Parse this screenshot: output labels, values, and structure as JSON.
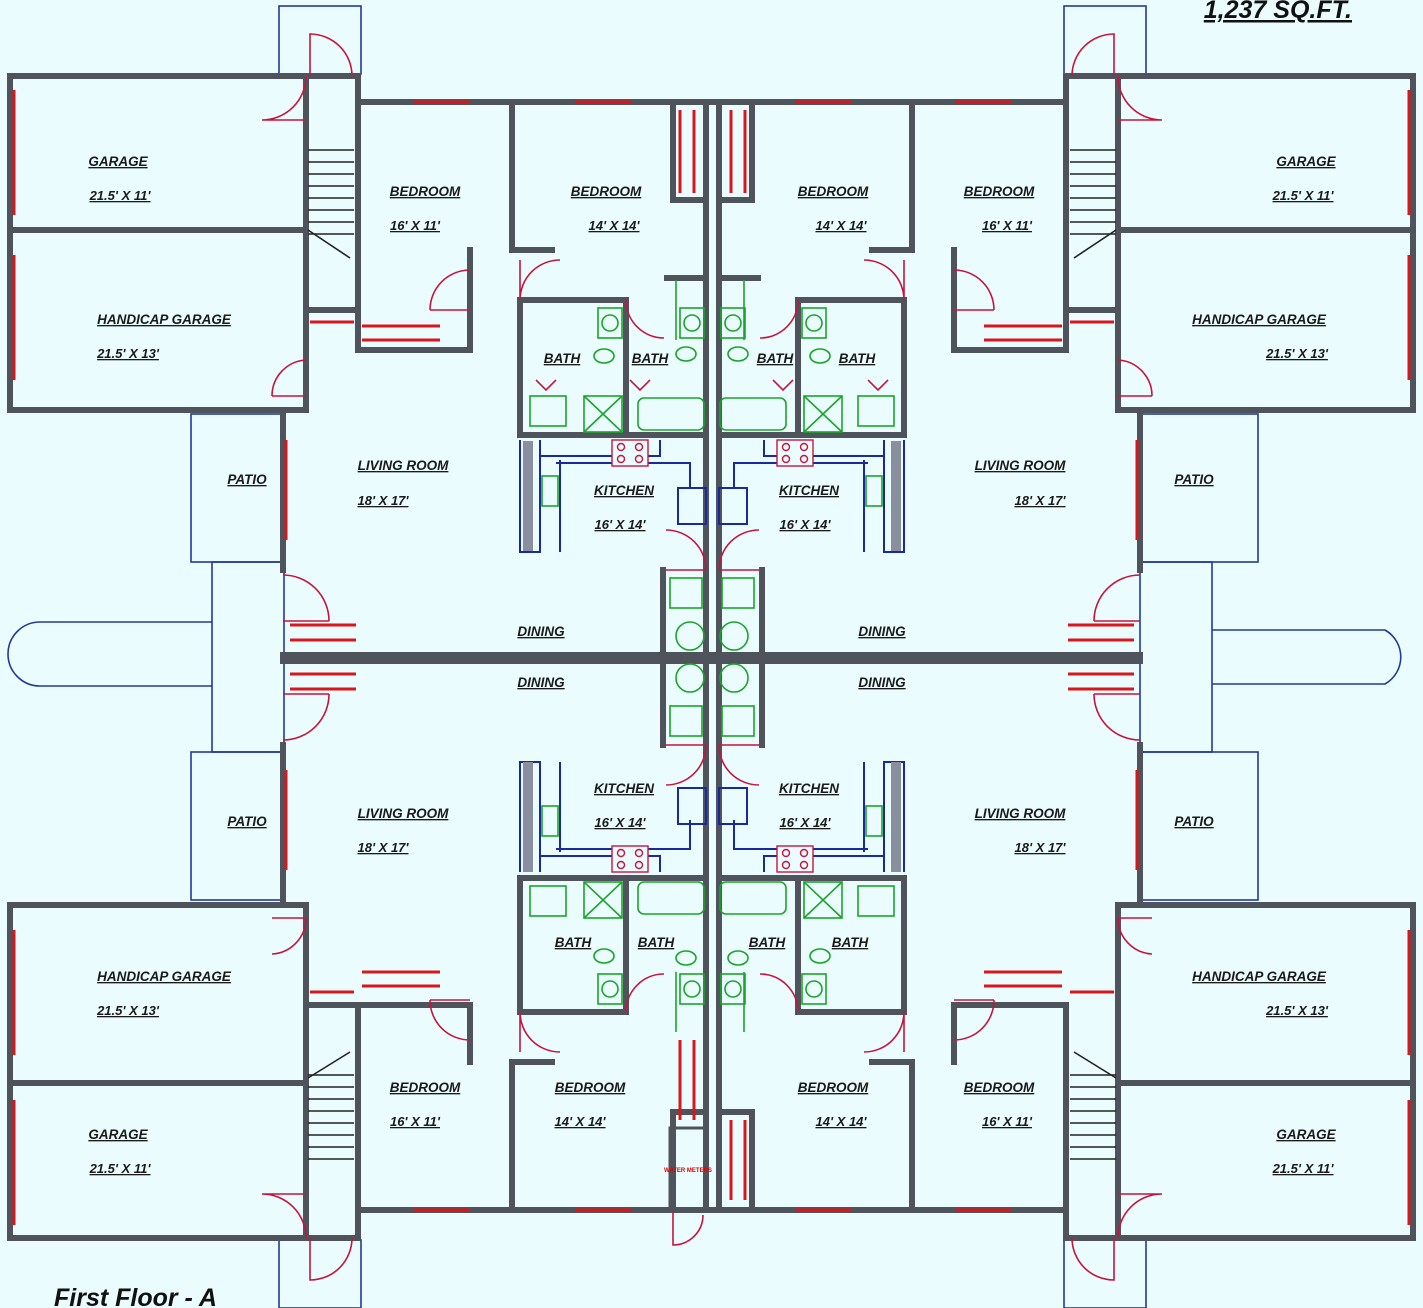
{
  "plan": {
    "title": "First Floor - A",
    "area": "1,237 SQ.FT.",
    "meter_label": "WATER METERS",
    "colors": {
      "background": "#eafcfd",
      "wall": "#4f545c",
      "window": "#d8161b",
      "door": "#c8143c",
      "fixture": "#1aa52a",
      "cabinet": "#1a2a9e",
      "outline": "#223a9a"
    }
  },
  "rooms": [
    {
      "name": "GARAGE",
      "dim": "21.5' X 11'"
    },
    {
      "name": "HANDICAP GARAGE",
      "dim": "21.5' X 13'"
    },
    {
      "name": "BEDROOM",
      "dim": "16' X 11'"
    },
    {
      "name": "BEDROOM",
      "dim": "14' X 14'"
    },
    {
      "name": "BEDROOM",
      "dim": "14' X 14'"
    },
    {
      "name": "BEDROOM",
      "dim": "16' X 11'"
    },
    {
      "name": "GARAGE",
      "dim": "21.5' X 11'"
    },
    {
      "name": "HANDICAP GARAGE",
      "dim": "21.5' X 13'"
    },
    {
      "name": "BATH"
    },
    {
      "name": "BATH"
    },
    {
      "name": "BATH"
    },
    {
      "name": "BATH"
    },
    {
      "name": "PATIO"
    },
    {
      "name": "LIVING ROOM",
      "dim": "18' X 17'"
    },
    {
      "name": "KITCHEN",
      "dim": "16' X 14'"
    },
    {
      "name": "KITCHEN",
      "dim": "16' X 14'"
    },
    {
      "name": "LIVING ROOM",
      "dim": "18' X 17'"
    },
    {
      "name": "PATIO"
    },
    {
      "name": "DINING"
    },
    {
      "name": "DINING"
    },
    {
      "name": "DINING"
    },
    {
      "name": "DINING"
    },
    {
      "name": "PATIO"
    },
    {
      "name": "LIVING ROOM",
      "dim": "18' X 17'"
    },
    {
      "name": "KITCHEN",
      "dim": "16' X 14'"
    },
    {
      "name": "KITCHEN",
      "dim": "16' X 14'"
    },
    {
      "name": "LIVING ROOM",
      "dim": "18' X 17'"
    },
    {
      "name": "PATIO"
    },
    {
      "name": "BATH"
    },
    {
      "name": "BATH"
    },
    {
      "name": "BATH"
    },
    {
      "name": "BATH"
    },
    {
      "name": "HANDICAP GARAGE",
      "dim": "21.5' X 13'"
    },
    {
      "name": "HANDICAP GARAGE",
      "dim": "21.5' X 13'"
    },
    {
      "name": "BEDROOM",
      "dim": "16' X 11'"
    },
    {
      "name": "BEDROOM",
      "dim": "14' X 14'"
    },
    {
      "name": "BEDROOM",
      "dim": "14' X 14'"
    },
    {
      "name": "BEDROOM",
      "dim": "16' X 11'"
    },
    {
      "name": "GARAGE",
      "dim": "21.5' X 11'"
    },
    {
      "name": "GARAGE",
      "dim": "21.5' X 11'"
    }
  ]
}
